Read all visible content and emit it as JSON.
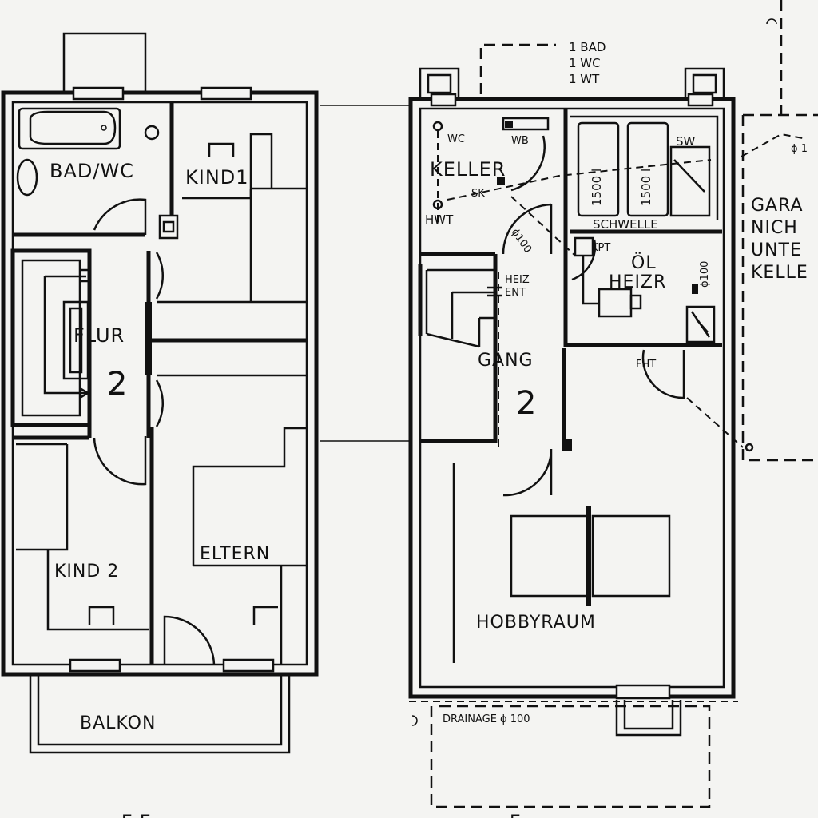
{
  "rooms_upper": {
    "bad_wc": "BAD/WC",
    "kind1": "KIND1",
    "flur": "FLUR",
    "floor_no": "2",
    "kind2": "KIND 2",
    "eltern": "ELTERN",
    "balkon": "BALKON"
  },
  "rooms_lower": {
    "note_line1": "1 BAD",
    "note_line2": "1 WC",
    "note_line3": "1 WT",
    "wc": "WC",
    "wb": "WB",
    "keller": "KELLER",
    "sk": "SK",
    "hwt": "HWT",
    "sw": "SW",
    "tank1": "1500 l",
    "tank2": "1500 l",
    "schwelle": "SCHWELLE",
    "pipe_dim": "ϕ100",
    "kpt": "KPT",
    "oel": "ÖL",
    "heizr": "HEIZR",
    "pipe_dim_vertical": "ϕ100",
    "heiz": "HEIZ",
    "ent": "ENT",
    "gang": "GANG",
    "floor_no": "2",
    "fht": "FHT",
    "hobbyraum": "HOBBYRAUM",
    "drainage": "DRAINAGE ϕ 100",
    "pipe_right": "ϕ 1"
  },
  "garage": {
    "line1": "GARA",
    "line2": "NICH",
    "line3": "UNTE",
    "line4": "KELLE"
  },
  "bottom_fragment_left": "E E",
  "bottom_fragment_right": "E"
}
